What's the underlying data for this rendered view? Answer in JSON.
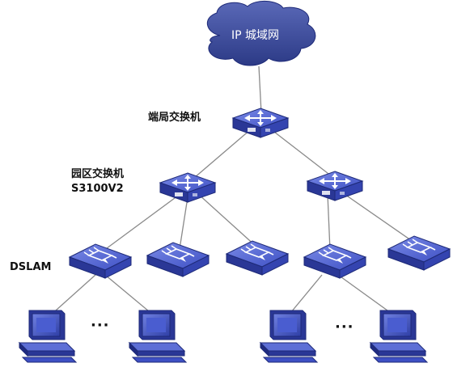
{
  "cloud": {
    "label": "IP 城域网"
  },
  "core_switch": {
    "label": "端局交换机"
  },
  "campus_switch": {
    "label_line1": "园区交换机",
    "label_line2": "S3100V2"
  },
  "dslam": {
    "label": "DSLAM"
  },
  "ellipsis": "···",
  "colors": {
    "device_blue": "#3a4bb8",
    "device_top": "#5d6fd6",
    "device_dark": "#1e2a78",
    "line": "#7a7a7a",
    "cloud_fill": "#3e4d9c"
  }
}
